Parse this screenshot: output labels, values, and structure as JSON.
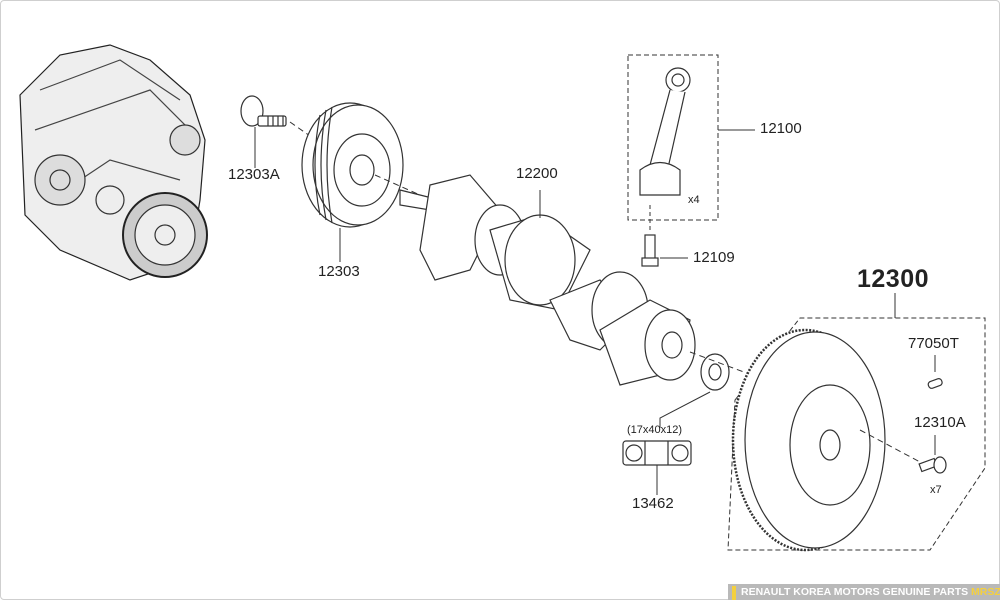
{
  "parts": {
    "p12303A": "12303A",
    "p12303": "12303",
    "p12200": "12200",
    "p12100": "12100",
    "p12100_qty": "x4",
    "p12109": "12109",
    "p12300": "12300",
    "p77050T": "77050T",
    "p12310A": "12310A",
    "p12310A_qty": "x7",
    "p13462_size": "(17x40x12)",
    "p13462": "13462"
  },
  "banner": {
    "text": "RENAULT KOREA MOTORS GENUINE PARTS",
    "brand": "MRSZONE"
  }
}
